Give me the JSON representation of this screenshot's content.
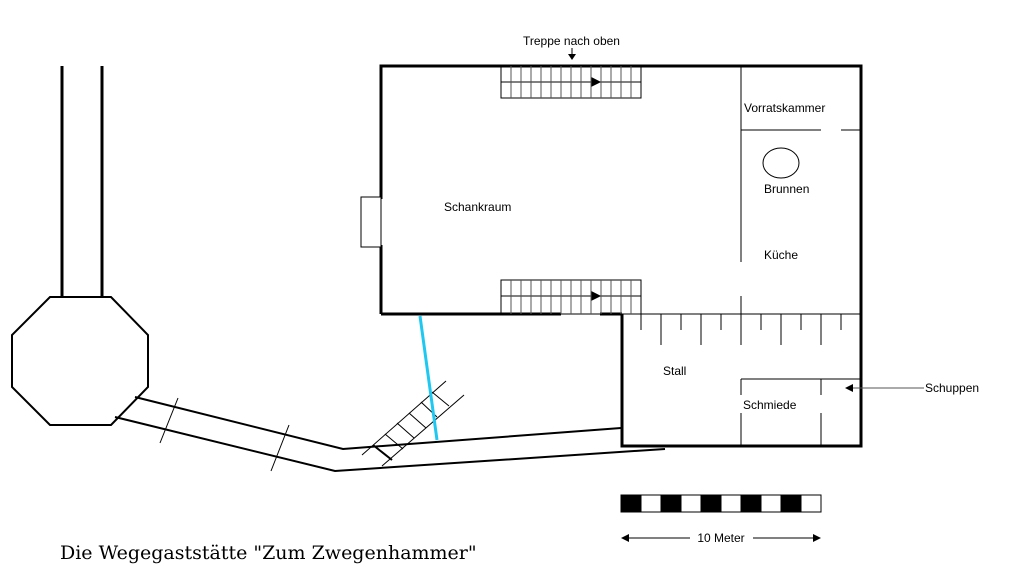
{
  "title": "Die Wegegaststätte \"Zum Zwegenhammer\"",
  "labels": {
    "stairs_up": "Treppe nach oben",
    "schankraum": "Schankraum",
    "vorratskammer": "Vorratskammer",
    "brunnen": "Brunnen",
    "kueche": "Küche",
    "stall": "Stall",
    "schmiede": "Schmiede",
    "schuppen": "Schuppen"
  },
  "scale": {
    "label": "10 Meter",
    "segments": 10
  },
  "colors": {
    "line": "#000000",
    "accent": "#1ec8f0"
  }
}
